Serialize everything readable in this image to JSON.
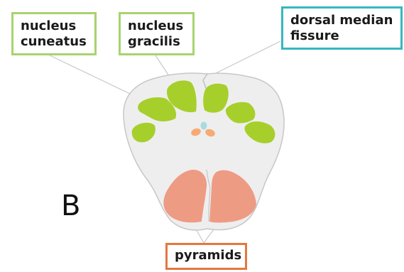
{
  "labels": {
    "nucleus_cuneatus": "nucleus\ncuneatus",
    "nucleus_gracilis": "nucleus\ngracilis",
    "dorsal_median_fissure": "dorsal median\nfissure",
    "pyramids": "pyramids"
  },
  "panel_letter": "B",
  "colors": {
    "green_border": "#a7d36f",
    "teal_border": "#36b7bf",
    "orange_border": "#e4773f",
    "nucleus_fill": "#a6cf2b",
    "pyramid_fill": "#ee9b84",
    "small_nuclei_orange": "#f7aa74",
    "small_nucleus_blue": "#a7dbe0",
    "section_fill": "#eeeeee"
  }
}
